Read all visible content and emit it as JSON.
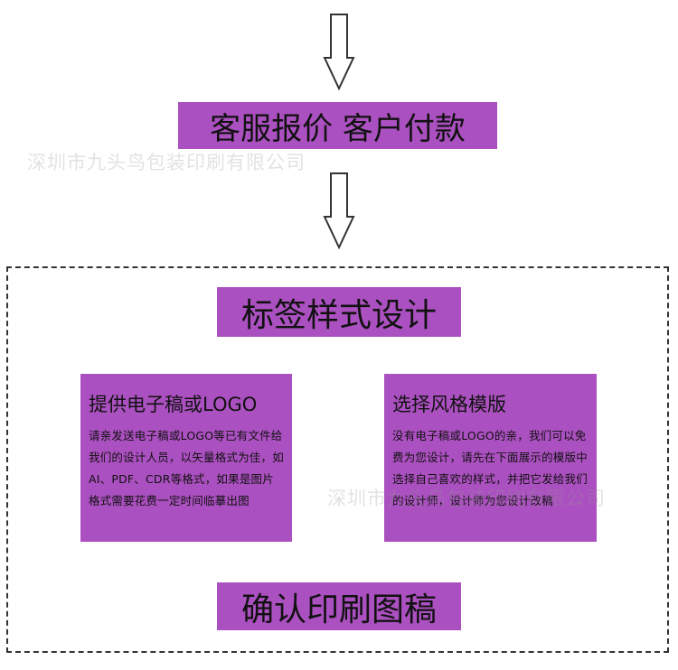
{
  "steps": {
    "quote_payment": "客服报价 客户付款",
    "label_design": "标签样式设计",
    "confirm_proof": "确认印刷图稿"
  },
  "cards": [
    {
      "title": "提供电子稿或LOGO",
      "body": "请亲发送电子稿或LOGO等已有文件给我们的设计人员，以矢量格式为佳，如AI、PDF、CDR等格式，如果是图片格式需要花费一定时间临摹出图"
    },
    {
      "title": "选择风格模版",
      "body": "没有电子稿或LOGO的亲，我们可以免费为您设计，请先在下面展示的模版中选择自己喜欢的样式，并把它发给我们的设计师，设计师为您设计改稿"
    }
  ],
  "watermark": "深圳市九头鸟包装印刷有限公司",
  "colors": {
    "box_fill": "#ab50c0",
    "text": "#111111",
    "outline": "#333333"
  }
}
